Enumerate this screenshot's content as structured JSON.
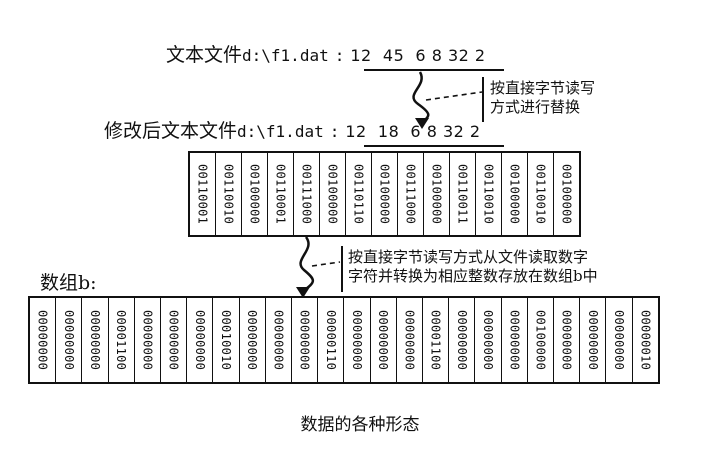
{
  "original_file": {
    "label": "文本文件",
    "path": "d:\\f1.dat",
    "separator": ":",
    "content": "12  45  6 8 32 2"
  },
  "step1_note": [
    "按直接字节读写",
    "方式进行替换"
  ],
  "modified_file": {
    "label": "修改后文本文件",
    "path": "d:\\f1.dat",
    "separator": ":",
    "content": "12  18  6 8 32 2"
  },
  "byte_cells": [
    "00110001",
    "00110010",
    "00100000",
    "00110001",
    "00111000",
    "00100000",
    "00110110",
    "00100000",
    "00111000",
    "00100000",
    "00110011",
    "00110010",
    "00100000",
    "00110010",
    "00100000"
  ],
  "step2_note": [
    "按直接字节读写方式从文件读取数字",
    "字符并转换为相应整数存放在数组b中"
  ],
  "array": {
    "label": "数组b:",
    "cells": [
      "00000000",
      "00000000",
      "00000000",
      "00001100",
      "00000000",
      "00000000",
      "00000000",
      "00010010",
      "00000000",
      "00000000",
      "00000000",
      "00000110",
      "00000000",
      "00000000",
      "00000000",
      "00001100",
      "00000000",
      "00000000",
      "00000000",
      "00100000",
      "00000000",
      "00000000",
      "00000000",
      "00000010"
    ]
  },
  "caption": "数据的各种形态"
}
